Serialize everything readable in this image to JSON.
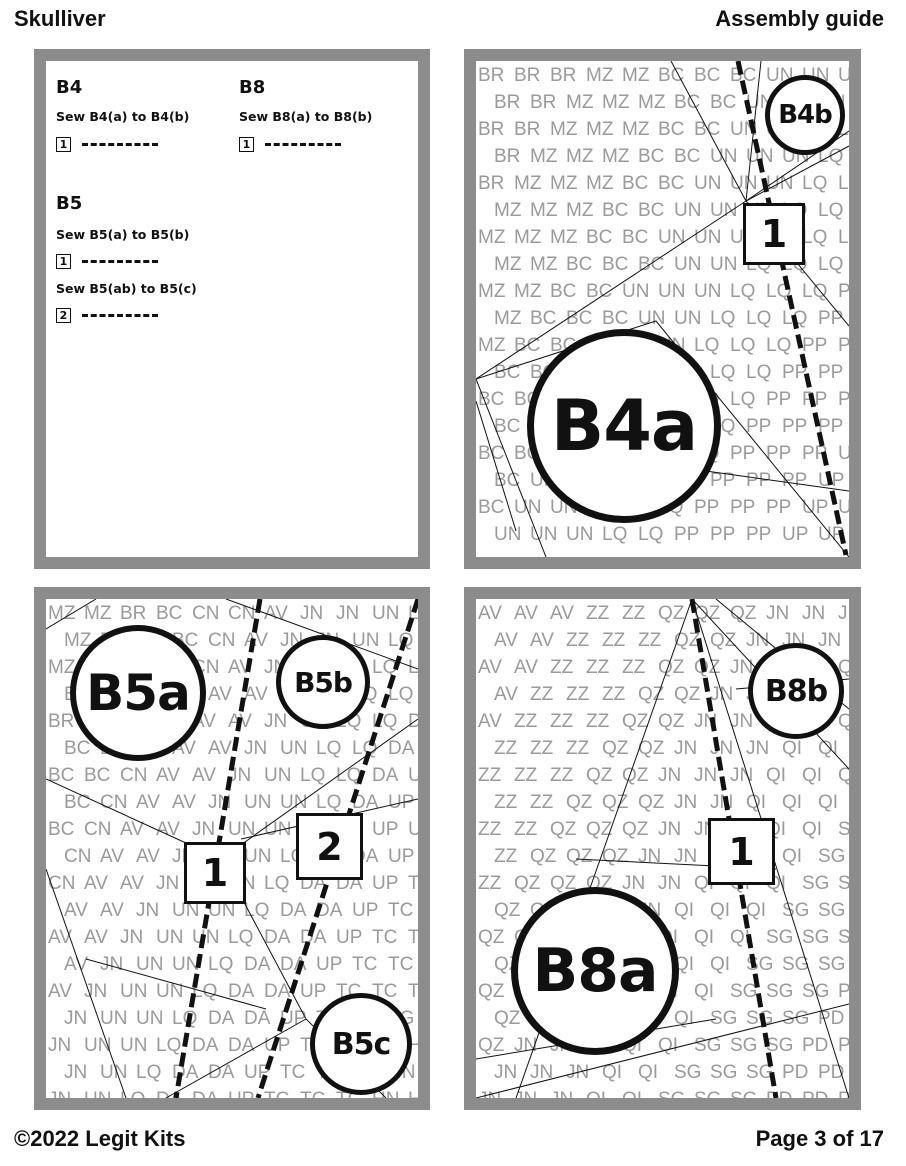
{
  "header": {
    "title": "Skulliver",
    "subtitle": "Assembly guide"
  },
  "footer": {
    "copyright": "©2022 Legit Kits",
    "page": "Page 3 of 17"
  },
  "instructions": {
    "b4": {
      "title": "B4",
      "step1_text": "Sew B4(a) to B4(b)",
      "step1_num": "1"
    },
    "b8": {
      "title": "B8",
      "step1_text": "Sew B8(a) to B8(b)",
      "step1_num": "1"
    },
    "b5": {
      "title": "B5",
      "step1_text": "Sew B5(a) to B5(b)",
      "step1_num": "1",
      "step2_text": "Sew B5(ab) to B5(c)",
      "step2_num": "2"
    }
  },
  "diagrams": {
    "b4": {
      "piece_a": "B4a",
      "piece_b": "B4b",
      "step1": "1",
      "fill_codes": [
        "BR",
        "MZ",
        "BC",
        "UN",
        "LQ",
        "PP",
        "UP"
      ]
    },
    "b5": {
      "piece_a": "B5a",
      "piece_b": "B5b",
      "piece_c": "B5c",
      "step1": "1",
      "step2": "2",
      "fill_codes": [
        "MZ",
        "BR",
        "BC",
        "CN",
        "AV",
        "JN",
        "UN",
        "LQ",
        "DA",
        "UP",
        "TC",
        "TG",
        "HN"
      ]
    },
    "b8": {
      "piece_a": "B8a",
      "piece_b": "B8b",
      "step1": "1",
      "fill_codes": [
        "AV",
        "ZZ",
        "QZ",
        "JN",
        "QI",
        "SG",
        "PD"
      ]
    }
  },
  "colors": {
    "border": "#8c8c8c",
    "ink": "#111111",
    "fill_text": "#9a9a9a"
  }
}
